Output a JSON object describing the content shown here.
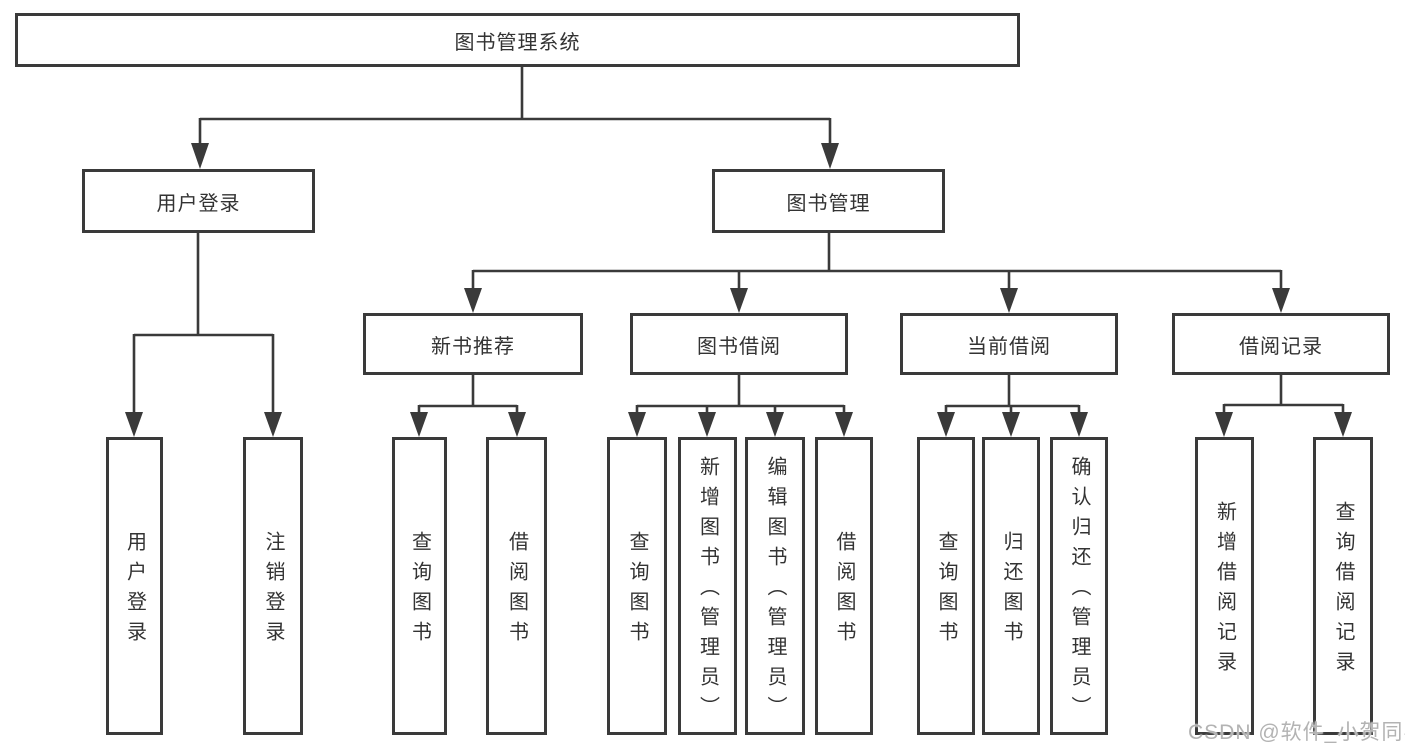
{
  "diagram": {
    "root": {
      "label": "图书管理系统"
    },
    "branches": [
      {
        "label": "用户登录",
        "children": [
          {
            "label": "用户登录"
          },
          {
            "label": "注销登录"
          }
        ]
      },
      {
        "label": "图书管理",
        "children": [
          {
            "label": "新书推荐",
            "children": [
              {
                "label": "查询图书"
              },
              {
                "label": "借阅图书"
              }
            ]
          },
          {
            "label": "图书借阅",
            "children": [
              {
                "label": "查询图书"
              },
              {
                "label": "新增图书（管理员）"
              },
              {
                "label": "编辑图书（管理员）"
              },
              {
                "label": "借阅图书"
              }
            ]
          },
          {
            "label": "当前借阅",
            "children": [
              {
                "label": "查询图书"
              },
              {
                "label": "归还图书"
              },
              {
                "label": "确认归还（管理员）"
              }
            ]
          },
          {
            "label": "借阅记录",
            "children": [
              {
                "label": "新增借阅记录"
              },
              {
                "label": "查询借阅记录"
              }
            ]
          }
        ]
      }
    ],
    "colors": {
      "line": "#3a3a3a",
      "text": "#333333",
      "background": "#ffffff",
      "watermark": "#afafaf"
    }
  },
  "watermark": {
    "text": "CSDN @软件_小贺同学"
  }
}
